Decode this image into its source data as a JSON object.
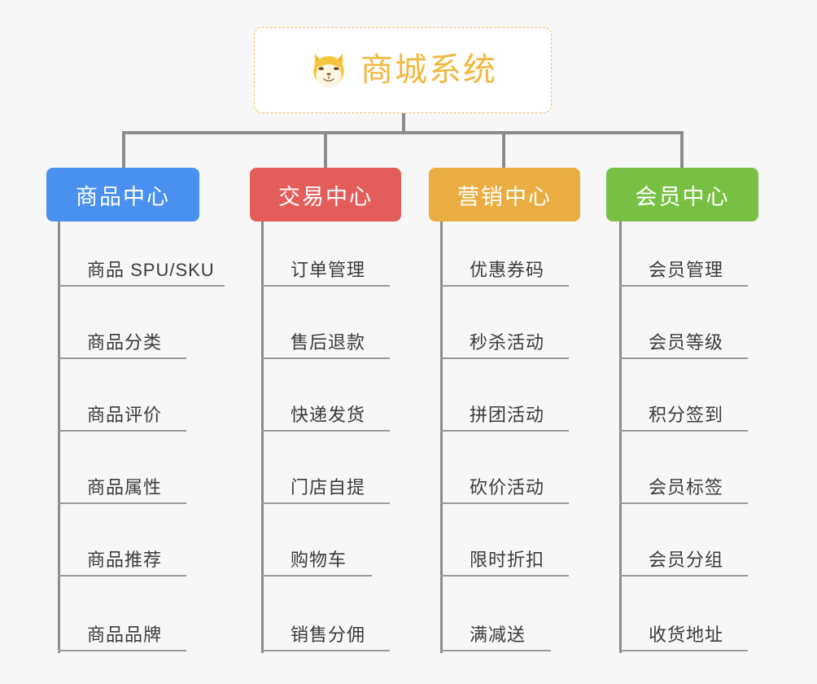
{
  "diagram": {
    "type": "mindmap-tree",
    "background_color": "#f7f7f7",
    "root": {
      "title": "商城系统",
      "icon": "shiba-dog-face-icon",
      "title_color": "#f0b840",
      "card_background": "#ffffff",
      "card_border_color": "#edbb6b",
      "card_border_style": "dashed"
    },
    "connector_color": "#8c8c8c",
    "branches": [
      {
        "label": "商品中心",
        "color": "#4a90f0",
        "text_color": "#ffffff",
        "items": [
          "商品 SPU/SKU",
          "商品分类",
          "商品评价",
          "商品属性",
          "商品推荐",
          "商品品牌"
        ]
      },
      {
        "label": "交易中心",
        "color": "#e35d5b",
        "text_color": "#ffffff",
        "items": [
          "订单管理",
          "售后退款",
          "快递发货",
          "门店自提",
          "购物车",
          "销售分佣"
        ]
      },
      {
        "label": "营销中心",
        "color": "#eaad42",
        "text_color": "#ffffff",
        "items": [
          "优惠券码",
          "秒杀活动",
          "拼团活动",
          "砍价活动",
          "限时折扣",
          "满减送"
        ]
      },
      {
        "label": "会员中心",
        "color": "#78c043",
        "text_color": "#ffffff",
        "items": [
          "会员管理",
          "会员等级",
          "积分签到",
          "会员标签",
          "会员分组",
          "收货地址"
        ]
      }
    ]
  }
}
